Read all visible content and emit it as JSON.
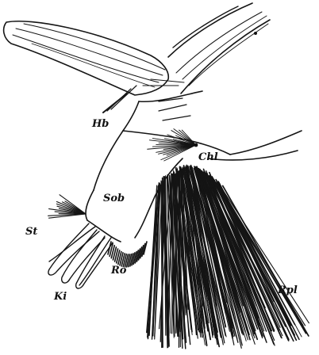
{
  "figure": {
    "labels": {
      "hb": "Hb",
      "chl": "Chl",
      "sob": "Sob",
      "st": "St",
      "ro": "Ro",
      "ki": "Ki",
      "rpl": "Rpl"
    }
  }
}
